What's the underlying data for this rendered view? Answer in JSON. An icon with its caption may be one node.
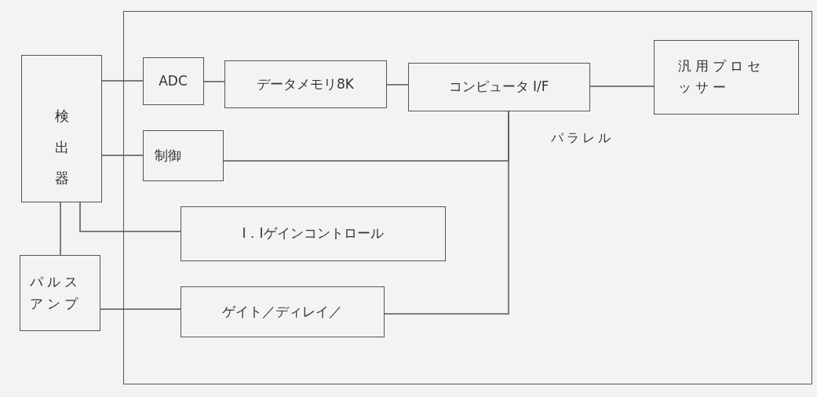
{
  "diagram": {
    "nodes": [
      {
        "text": [
          "検出器"
        ]
      },
      {
        "text": [],
        "shape": "box"
      },
      {
        "text": [
          "ADC"
        ],
        "in": 1
      },
      {
        "text": [
          "データメモリ8K"
        ],
        "in": 1
      },
      {
        "text": [
          "コンピュータ I/F"
        ],
        "in": 1
      },
      {
        "text": [
          "汎用プロセッサー"
        ],
        "in": 1
      },
      {
        "text": [
          "制御"
        ],
        "in": 1
      },
      {
        "text": [
          "I．Iゲインコントロール"
        ],
        "in": 1
      },
      {
        "text": [
          "ゲイト／ディレイ／"
        ],
        "in": 1
      },
      {
        "text": [
          "パルスアンプ"
        ]
      }
    ],
    "edges": [
      {
        "from": 0,
        "to": 2,
        "arrow": "none"
      },
      {
        "from": 2,
        "to": 3,
        "arrow": "none"
      },
      {
        "from": 3,
        "to": 4,
        "arrow": "none"
      },
      {
        "from": 4,
        "to": 5,
        "arrow": "none",
        "label": "パラレル"
      },
      {
        "from": 0,
        "to": 6,
        "arrow": "none"
      },
      {
        "from": 0,
        "to": 7,
        "arrow": "none"
      },
      {
        "from": 0,
        "to": 9,
        "arrow": "none"
      },
      {
        "from": 9,
        "to": 8,
        "arrow": "none"
      },
      {
        "from": 6,
        "to": 4,
        "arrow": "none"
      },
      {
        "from": 8,
        "to": 4,
        "arrow": "none"
      }
    ]
  }
}
